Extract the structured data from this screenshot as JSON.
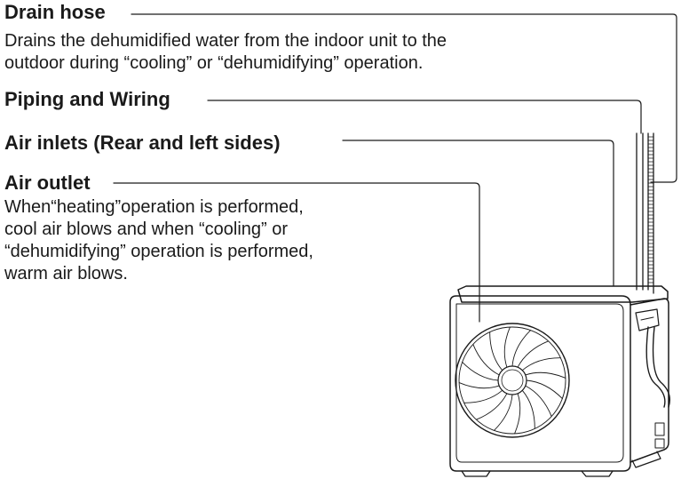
{
  "callouts": [
    {
      "title": "Drain hose",
      "lines": [
        "Drains the dehumidified water from the indoor unit to the",
        "outdoor during “cooling” or “dehumidifying” operation."
      ]
    },
    {
      "title": "Piping and Wiring",
      "lines": []
    },
    {
      "title": "Air inlets (Rear and left sides)",
      "lines": []
    },
    {
      "title": "Air outlet",
      "lines": [
        "When“heating”operation  is performed,",
        "cool  air  blows and when “cooling” or",
        "“dehumidifying” operation is performed,",
        "warm air blows."
      ]
    }
  ],
  "colors": {
    "ink": "#1a1a1a",
    "background": "#ffffff"
  },
  "illustration": {
    "subject": "outdoor-air-conditioner-unit",
    "fan-blade-count": 16
  }
}
